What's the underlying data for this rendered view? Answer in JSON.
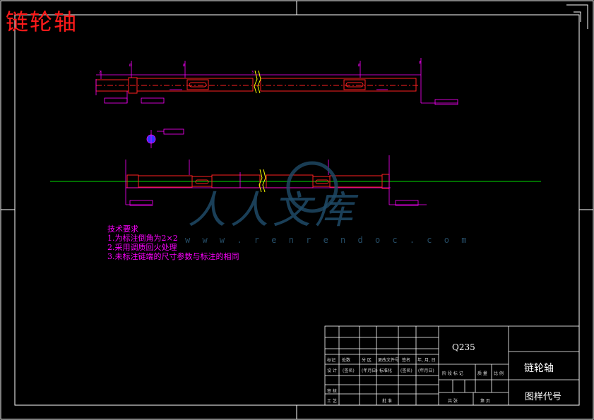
{
  "drawing": {
    "corner_title": "链轮轴"
  },
  "tech_notes": {
    "heading": "技术要求",
    "items": [
      "1.为标注倒角为2×2",
      "2.采用调质回火处理",
      "3.未标注链端的尺寸参数与标注的相同"
    ]
  },
  "watermark": {
    "text": "人人文库",
    "url": "w w w . r e n r e n d o c . c o m"
  },
  "title_block": {
    "material": "Q235",
    "part_name": "链轮轴",
    "drawing_number": "图样代号",
    "header_row": [
      "标记",
      "处数",
      "分 区",
      "更改文件号",
      "签名",
      "年, 月, 日"
    ],
    "design_row": [
      "设 计",
      "(签名)",
      "(年月日)",
      "标准化",
      "(签名)",
      "(年月日)"
    ],
    "stage_row": [
      "阶 段 标 记",
      "质 量",
      "比 例"
    ],
    "review_label": "审 核",
    "process_label": "工 艺",
    "approve_label": "批 准",
    "sheet_row": [
      "共 张",
      "第 页"
    ]
  },
  "colors": {
    "frame": "#ffffff",
    "part_outline": "#ff2020",
    "dimension": "#ff00ff",
    "center_line": "#00dd00",
    "break_mark": "#ffff00",
    "watermark": "#1f4b68"
  }
}
